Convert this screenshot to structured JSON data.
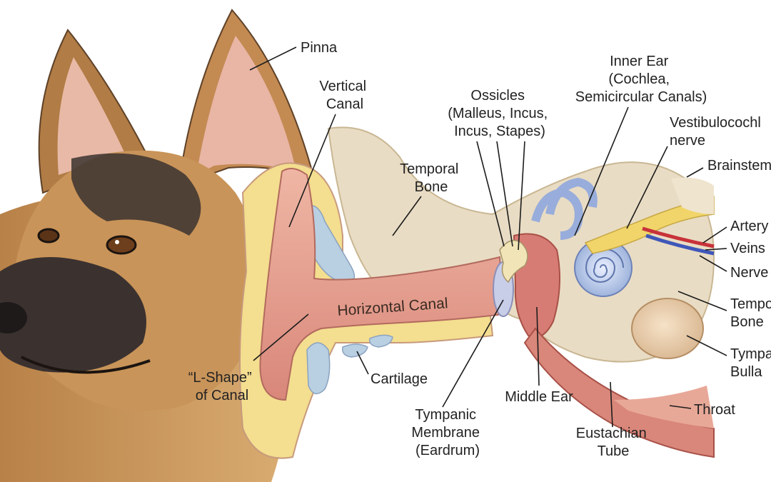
{
  "labels": {
    "pinna": [
      "Pinna"
    ],
    "vertical_canal": [
      "Vertical",
      "Canal"
    ],
    "ossicles": [
      "Ossicles",
      "(Malleus, Incus,",
      "Incus, Stapes)"
    ],
    "inner_ear": [
      "Inner Ear",
      "(Cochlea,",
      "Semicircular Canals)"
    ],
    "vestibulocochlear": [
      "Vestibulocochl",
      "nerve"
    ],
    "brainstem": [
      "Brainstem"
    ],
    "temporal_bone_left": [
      "Temporal",
      "Bone"
    ],
    "artery": [
      "Artery"
    ],
    "veins": [
      "Veins"
    ],
    "nerve": [
      "Nerve"
    ],
    "temporal_bone_right": [
      "Tempo",
      "Bone"
    ],
    "horizontal_canal": [
      "Horizontal Canal"
    ],
    "tympanic_bulla": [
      "Tympa",
      "Bulla"
    ],
    "l_shape": [
      "“L-Shape”",
      "of Canal"
    ],
    "cartilage": [
      "Cartilage"
    ],
    "middle_ear": [
      "Middle Ear"
    ],
    "throat": [
      "Throat"
    ],
    "tympanic_membrane": [
      "Tympanic",
      "Membrane",
      "(Eardrum)"
    ],
    "eustachian": [
      "Eustachian",
      "Tube"
    ]
  },
  "colors": {
    "fur_tan": "#c9955a",
    "fur_dark": "#3b3230",
    "canal_pink": "#e8a898",
    "bone": "#e9dcc4",
    "cartilage_yellow": "#f4de8f",
    "cartilage_blue": "#b9cfe2",
    "cochlea_blue": "#b8c9e6",
    "nerve_yellow": "#f1d56a",
    "artery_red": "#c8323a",
    "vein_blue": "#3f57b8"
  }
}
